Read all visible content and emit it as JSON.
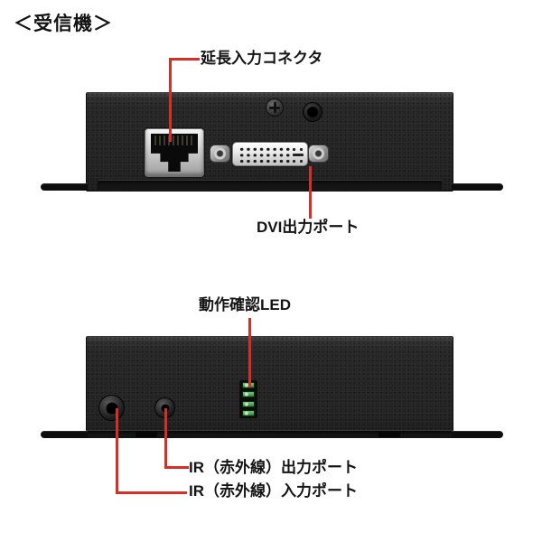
{
  "title": "＜受信機＞",
  "colors": {
    "background": "#ffffff",
    "callout_red": "#d43028",
    "device_black": "#242424",
    "led_green": "#57a95c",
    "label_text": "#141414"
  },
  "top_view": {
    "callouts": {
      "extension_input": "延長入力コネクタ",
      "dvi_output": "DVI出力ポート"
    },
    "components": [
      "rj45-port",
      "dvi-port",
      "panel-screw",
      "audio-jack-hole"
    ]
  },
  "bottom_view": {
    "callouts": {
      "status_led": "動作確認LED",
      "ir_output": "IR（赤外線）出力ポート",
      "ir_input": "IR（赤外線）入力ポート"
    },
    "components": [
      "ir-input-jack",
      "ir-output-jack",
      "status-led-block"
    ],
    "led_count": 4
  }
}
